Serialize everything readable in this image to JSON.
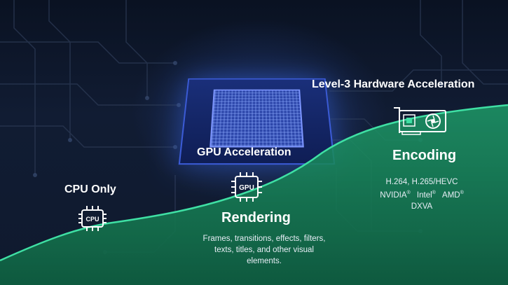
{
  "levels": {
    "cpu": {
      "title": "CPU Only",
      "icon_label": "CPU",
      "icon": "cpu-chip-icon"
    },
    "gpu": {
      "title": "GPU Acceleration",
      "icon_label": "GPU",
      "icon": "gpu-chip-icon",
      "heading": "Rendering",
      "description": "Frames, transitions, effects, filters, texts, titles, and other visual elements."
    },
    "hardware": {
      "title": "Level-3 Hardware Acceleration",
      "icon": "graphics-card-icon",
      "heading": "Encoding",
      "codecs": "H.264, H.265/HEVC",
      "vendors": [
        "NVIDIA",
        "Intel",
        "AMD"
      ],
      "registered_mark": "®",
      "api": "DXVA"
    }
  },
  "colors": {
    "curve": "#35d59a",
    "fill": "#1a8a5c",
    "background": "#0f1a2e",
    "chip_glow": "#3b5bd6"
  }
}
